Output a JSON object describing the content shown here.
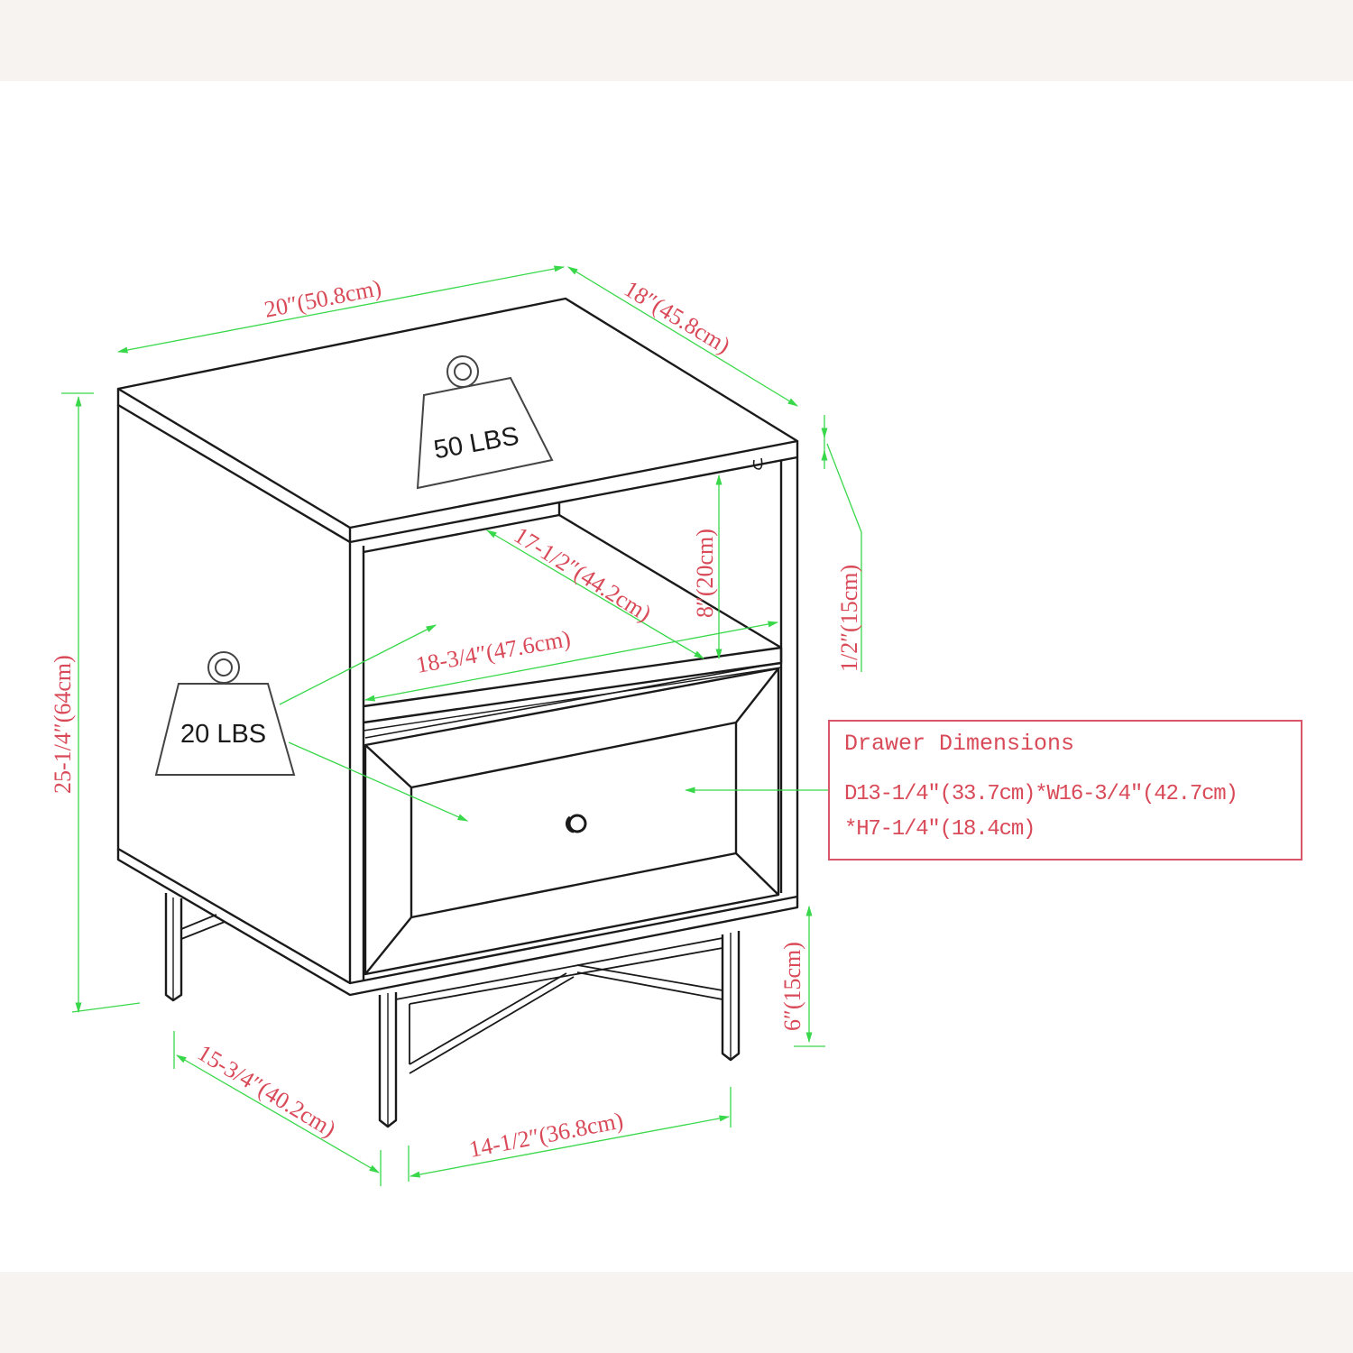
{
  "diagram": {
    "subject": "Nightstand with one drawer and open shelf",
    "colors": {
      "background_band": "#f7f3f0",
      "line": "#1a1a1a",
      "dimension_line": "#39d84a",
      "dimension_text": "#d94a58",
      "drawer_box_border": "#d9566a"
    },
    "dimensions": {
      "top_width": "20″(50.8cm)",
      "top_depth": "18″(45.8cm)",
      "overall_height": "25-1/4″(64cm)",
      "shelf_height": "8″(20cm)",
      "shelf_depth": "17-1/2″(44.2cm)",
      "shelf_width": "18-3/4″(47.6cm)",
      "side_height": "1/2″(15cm)",
      "leg_height": "6″(15cm)",
      "base_depth": "15-3/4″(40.2cm)",
      "base_width": "14-1/2″(36.8cm)"
    },
    "weights": {
      "top_capacity": "50 LBS",
      "drawer_capacity": "20 LBS"
    },
    "drawer_dimensions": {
      "title": "Drawer Dimensions",
      "line1": "D13-1/4″(33.7cm)*W16-3/4″(42.7cm)",
      "line2": "*H7-1/4″(18.4cm)"
    }
  }
}
